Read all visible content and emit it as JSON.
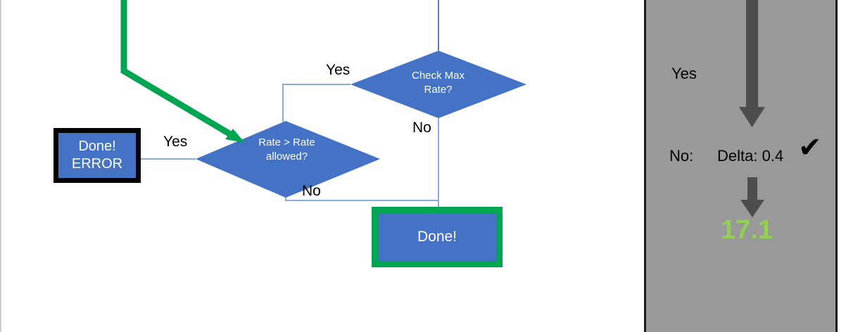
{
  "colors": {
    "process_fill": "#4472c4",
    "process_text": "#ffffff",
    "error_border": "#000000",
    "done_border": "#00a551",
    "green_arrow": "#00a551",
    "connector_line": "#8eaadb",
    "panel_background": "#999999",
    "panel_border": "#1c1c1c",
    "panel_arrow": "#4d4d4d",
    "value_green": "#92d050",
    "canvas_background": "#ffffff"
  },
  "flowchart": {
    "nodes": {
      "error_box": {
        "line1": "Done!",
        "line2": "ERROR",
        "shape": "process"
      },
      "rate_diamond": {
        "line1": "Rate > Rate",
        "line2": "allowed?",
        "shape": "decision"
      },
      "max_rate_diamond": {
        "line1": "Check Max",
        "line2": "Rate?",
        "shape": "decision"
      },
      "done_box": {
        "label": "Done!",
        "shape": "process"
      }
    },
    "edge_labels": {
      "yes_to_error": "Yes",
      "yes_from_max_rate": "Yes",
      "no_from_max_rate": "No",
      "no_from_rate": "No"
    }
  },
  "panel": {
    "yes_label": "Yes",
    "no_label": "No:",
    "delta_label": "Delta: 0.4",
    "check_mark": "✔",
    "value": "17.1"
  }
}
